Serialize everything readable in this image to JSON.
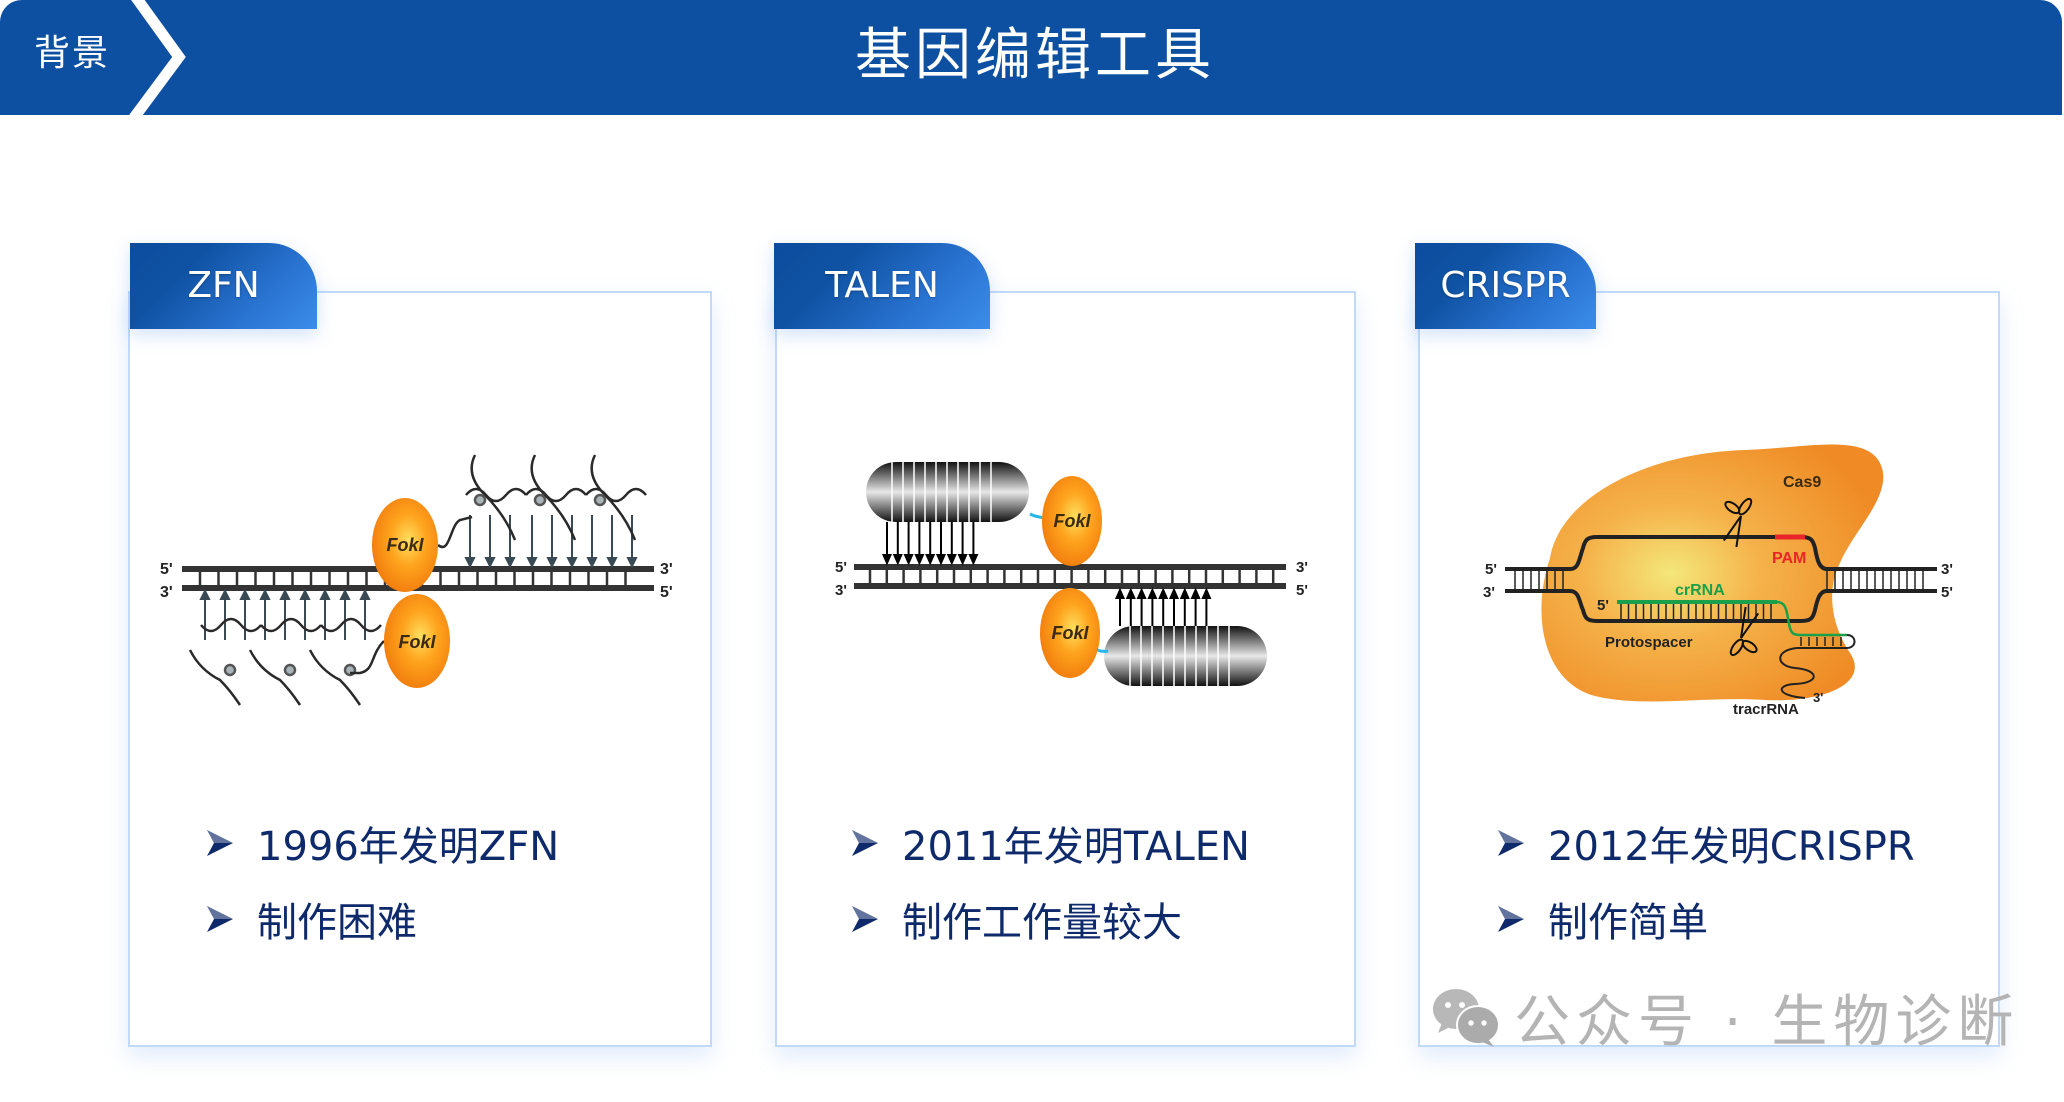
{
  "header": {
    "section_label": "背景",
    "title": "基因编辑工具",
    "background_color": "#0d4fa0"
  },
  "cards": [
    {
      "tab_label": "ZFN",
      "diagram": {
        "type": "zfn",
        "strand_top_left": "5'",
        "strand_top_right": "3'",
        "strand_bottom_left": "3'",
        "strand_bottom_right": "5'",
        "nuclease_top": "FokI",
        "nuclease_bottom": "FokI"
      },
      "bullets": [
        "1996年发明ZFN",
        "制作困难"
      ]
    },
    {
      "tab_label": "TALEN",
      "diagram": {
        "type": "talen",
        "strand_top_left": "5'",
        "strand_top_right": "3'",
        "strand_bottom_left": "3'",
        "strand_bottom_right": "5'",
        "nuclease_top": "FokI",
        "nuclease_bottom": "FokI"
      },
      "bullets": [
        "2011年发明TALEN",
        "制作工作量较大"
      ]
    },
    {
      "tab_label": "CRISPR",
      "diagram": {
        "type": "crispr",
        "protein": "Cas9",
        "pam": "PAM",
        "crrna": "crRNA",
        "protospacer": "Protospacer",
        "tracrrna": "tracrRNA",
        "strand_top_left": "5'",
        "strand_top_right": "3'",
        "strand_bottom_left": "3'",
        "strand_bottom_right": "5'",
        "crrna_5prime": "5'",
        "tracrrna_3prime": "3'",
        "colors": {
          "protein": "#f08a24",
          "pam": "#e8262a",
          "crrna": "#1aa04a"
        }
      },
      "bullets": [
        "2012年发明CRISPR",
        "制作简单"
      ]
    }
  ],
  "watermark": {
    "icon": "wechat-icon",
    "text": "公众号 · 生物诊断"
  }
}
